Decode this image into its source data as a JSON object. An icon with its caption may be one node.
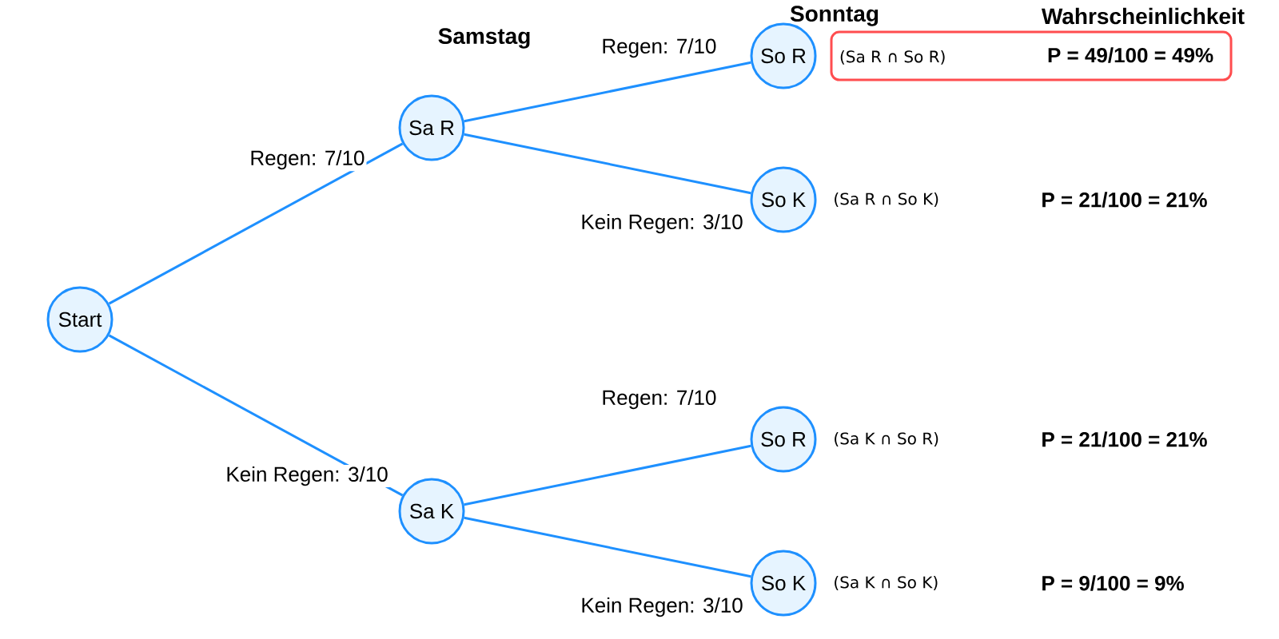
{
  "diagram": {
    "nodes": [
      {
        "text": [
          "Start"
        ]
      },
      {
        "text": [
          "Sa R"
        ]
      },
      {
        "text": [
          "Sa K"
        ]
      },
      {
        "text": [
          "So R"
        ]
      },
      {
        "text": [
          "So K"
        ]
      },
      {
        "text": [
          "So R"
        ]
      },
      {
        "text": [
          "So K"
        ]
      },
      {
        "text": [
          "(Sa R ∩ So R)",
          "P = 49/100 = 49%"
        ]
      }
    ],
    "edges": [
      {
        "from": 0,
        "to": 1,
        "arrow": "none",
        "label": "Regen: 7/10"
      },
      {
        "from": 0,
        "to": 2,
        "arrow": "none",
        "label": "Kein Regen: 3/10"
      },
      {
        "from": 1,
        "to": 3,
        "arrow": "none",
        "label": "Regen: 7/10"
      },
      {
        "from": 1,
        "to": 4,
        "arrow": "none",
        "label": "Kein Regen: 3/10"
      },
      {
        "from": 2,
        "to": 5,
        "arrow": "none",
        "label": "Regen: 7/10"
      },
      {
        "from": 2,
        "to": 6,
        "arrow": "none",
        "label": "Kein Regen: 3/10"
      }
    ],
    "labels": [
      "Sonntag",
      "Wahrscheinlichkeit",
      "Samstag",
      "(Sa R ∩ So K)",
      "P = 21/100 = 21%",
      "(Sa K ∩ So R)",
      "P = 21/100 = 21%",
      "(Sa K ∩ So K)",
      "P = 9/100 = 9%"
    ]
  }
}
